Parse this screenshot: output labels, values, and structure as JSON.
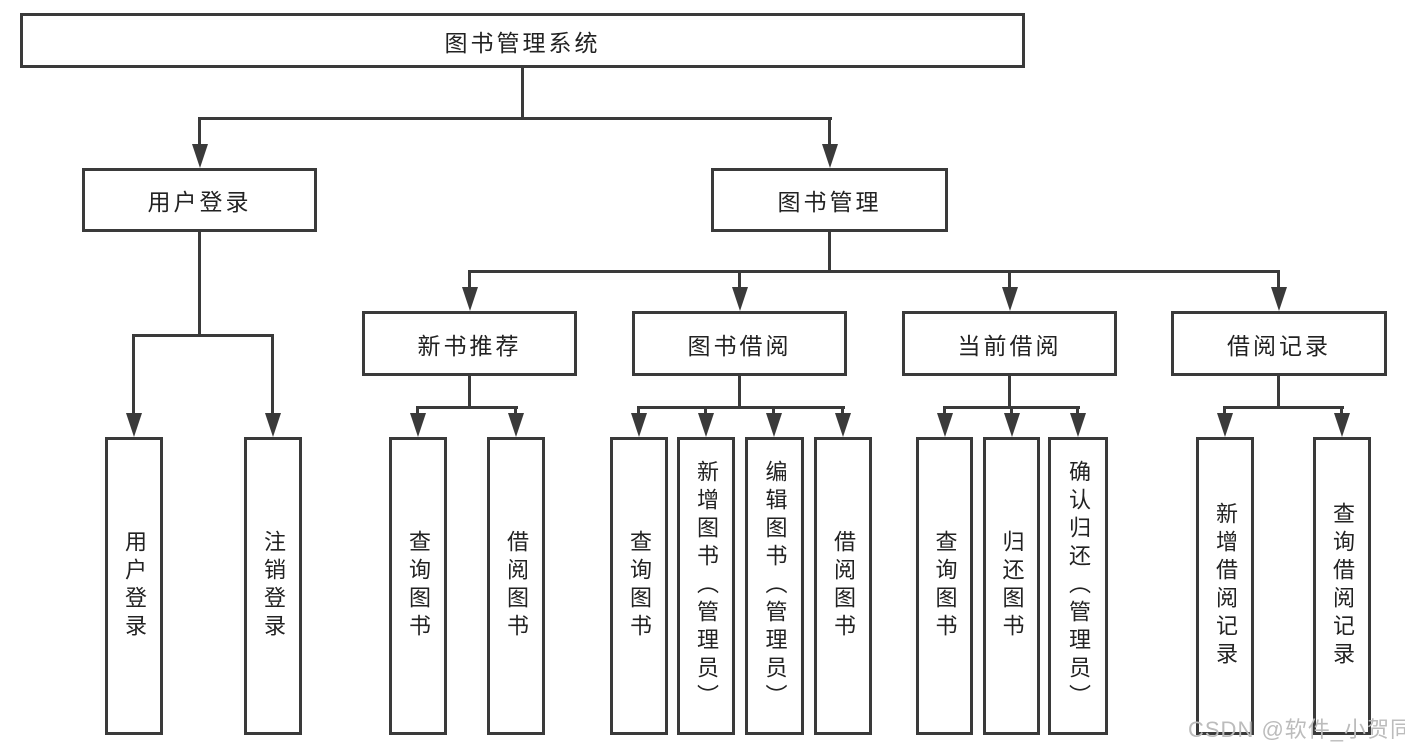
{
  "tree": {
    "root": {
      "label": "图书管理系统"
    },
    "user_login_branch": {
      "label": "用户登录",
      "children": [
        "用户登录",
        "注销登录"
      ]
    },
    "book_mgmt_branch": {
      "label": "图书管理",
      "sections": [
        {
          "label": "新书推荐",
          "children": [
            "查询图书",
            "借阅图书"
          ]
        },
        {
          "label": "图书借阅",
          "children": [
            "查询图书",
            "新增图书（管理员）",
            "编辑图书（管理员）",
            "借阅图书"
          ]
        },
        {
          "label": "当前借阅",
          "children": [
            "查询图书",
            "归还图书",
            "确认归还（管理员）"
          ]
        },
        {
          "label": "借阅记录",
          "children": [
            "新增借阅记录",
            "查询借阅记录"
          ]
        }
      ]
    }
  },
  "watermark": {
    "text": "CSDN @软件_小贺同学"
  },
  "colors": {
    "line": "#3a3a3a",
    "text": "#222222",
    "watermark": "#bcbcbc",
    "background": "#ffffff"
  }
}
